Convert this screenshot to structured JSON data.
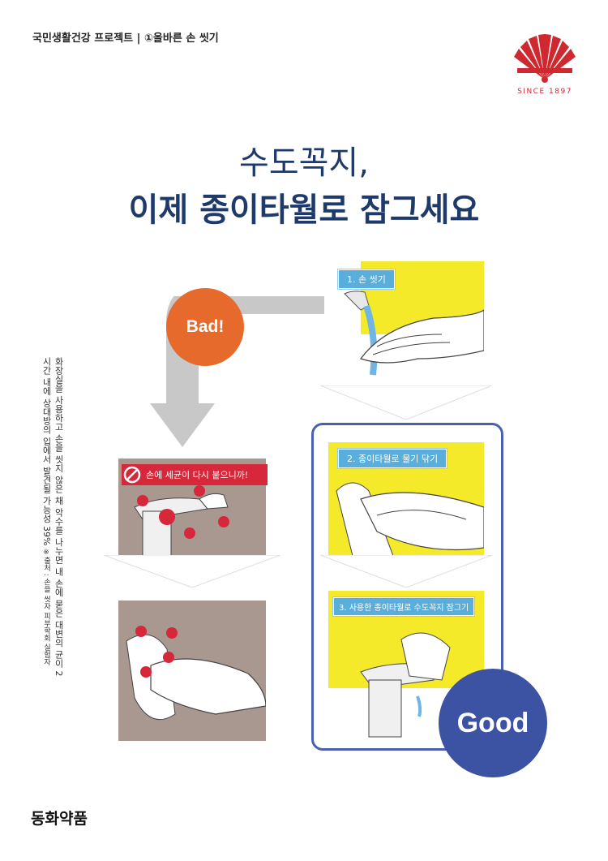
{
  "header": {
    "project_label": "국민생활건강 프로젝트 | ①올바른 손 씻기"
  },
  "logo": {
    "since": "SINCE 1897",
    "color": "#d0282f"
  },
  "title": {
    "line1": "수도꼭지,",
    "line2": "이제 종이타월로 잠그세요",
    "color": "#1e3a6b"
  },
  "steps": [
    {
      "label": "1. 손 씻기"
    },
    {
      "label": "2. 종이타월로 물기 닦기"
    },
    {
      "label": "3. 사용한 종이타월로 수도꼭지 잠그기"
    }
  ],
  "bad": {
    "badge": "Bad!",
    "warning": "손에 세균이 다시 붙으니까!",
    "color": "#e76a2d"
  },
  "good": {
    "badge": "Good",
    "color": "#3c53a3"
  },
  "side_note": {
    "text": "화장실을 사용하고 손을 씻지 않은 채 악수를 나누면 내 손에 묻은 대변의 균이 2시간 내에 상대방의 입에서 발견될 가능성 39%",
    "source": "※출처 : 손을 씻자 피부학회 실험자"
  },
  "footer": {
    "brand": "동화약품"
  }
}
